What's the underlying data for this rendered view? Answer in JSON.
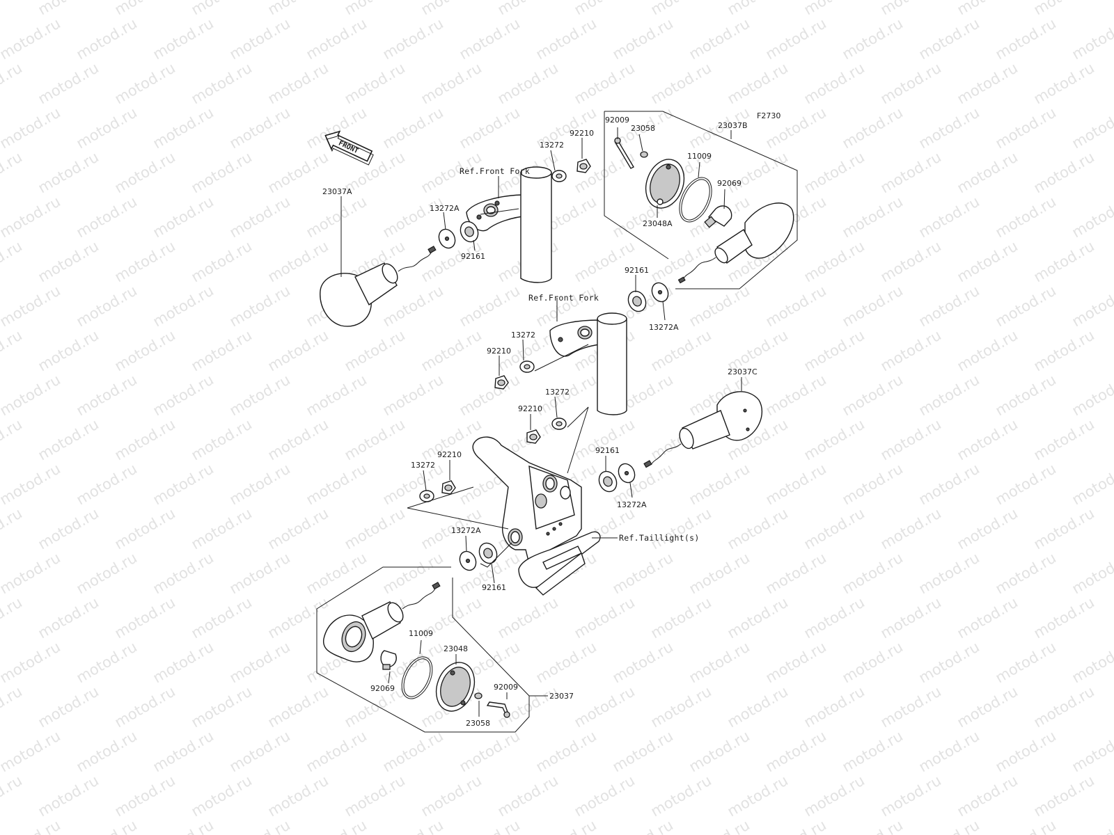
{
  "watermark": "motod.ru",
  "figure_code": "F2730",
  "front_label": "FRONT",
  "labels": {
    "p92009_top": "92009",
    "p23058_top": "23058",
    "p23037B": "23037B",
    "p11009_top": "11009",
    "p92069_top": "92069",
    "p23048A": "23048A",
    "p92210_a": "92210",
    "p13272_a": "13272",
    "ref_front_fork_1": "Ref.Front Fork",
    "p13272A_a": "13272A",
    "p23037A": "23037A",
    "p92161_a": "92161",
    "p92161_b": "92161",
    "ref_front_fork_2": "Ref.Front Fork",
    "p13272A_b": "13272A",
    "p13272_b": "13272",
    "p92210_b": "92210",
    "p23037C": "23037C",
    "p13272_c": "13272",
    "p92210_c": "92210",
    "p92161_c": "92161",
    "p92210_d": "92210",
    "p13272_d": "13272",
    "p13272A_c": "13272A",
    "ref_taillight": "Ref.Taillight(s)",
    "p13272A_d": "13272A",
    "p92161_d": "92161",
    "p11009_bot": "11009",
    "p23048": "23048",
    "p92009_bot": "92009",
    "p92069_bot": "92069",
    "p23037": "23037",
    "p23058_bot": "23058"
  }
}
